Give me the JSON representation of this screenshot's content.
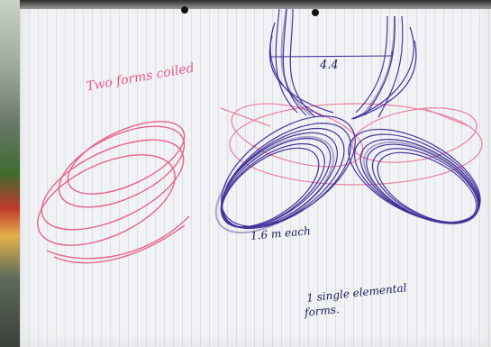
{
  "annotations": {
    "top_left": "Two forms coiled",
    "dimension": "4.4",
    "each": "1.6 m each",
    "bottom_right_line1": "1 single elemental",
    "bottom_right_line2": "forms."
  },
  "colors": {
    "paper": "#f1f2f4",
    "pink_ink": "#e85a8a",
    "purple_ink": "#3f2a9a"
  }
}
